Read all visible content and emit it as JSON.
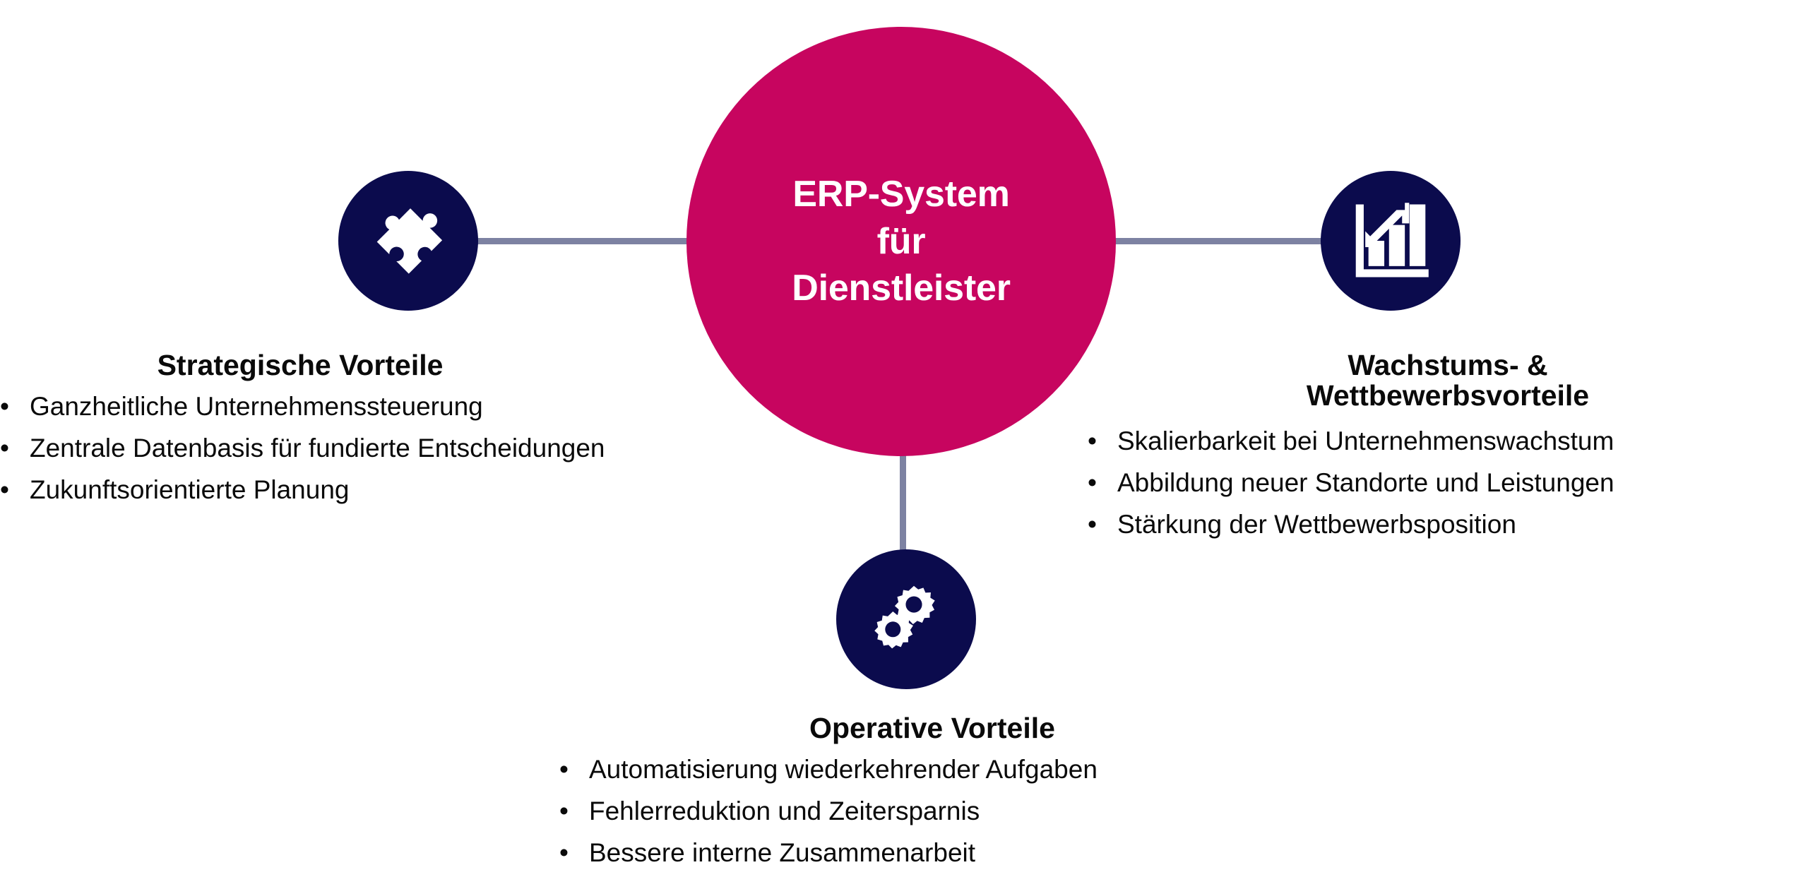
{
  "diagram": {
    "type": "hub-and-spoke",
    "hub": {
      "label": "ERP-System\nfür\nDienstleister",
      "color": "#c7055f",
      "text_color": "#ffffff"
    },
    "connector_color": "#7d82a2",
    "node_color": "#0b0b4d",
    "node_icon_color": "#ffffff",
    "branches": [
      {
        "id": "strategic",
        "position": "left",
        "icon": "puzzle-piece-icon",
        "title": "Strategische Vorteile",
        "bullets": [
          "Ganzheitliche Unternehmenssteuerung",
          "Zentrale Datenbasis für fundierte Entscheidungen",
          "Zukunftsorientierte Planung"
        ]
      },
      {
        "id": "growth",
        "position": "right",
        "icon": "bar-chart-growth-icon",
        "title": "Wachstums- &\nWettbewerbsvorteile",
        "bullets": [
          "Skalierbarkeit bei Unternehmenswachstum",
          "Abbildung neuer Standorte und Leistungen",
          "Stärkung der Wettbewerbsposition"
        ]
      },
      {
        "id": "operative",
        "position": "bottom",
        "icon": "gears-icon",
        "title": "Operative Vorteile",
        "bullets": [
          "Automatisierung wiederkehrender Aufgaben",
          "Fehlerreduktion und Zeitersparnis",
          "Bessere interne Zusammenarbeit"
        ]
      }
    ],
    "bullet_glyph": "•"
  }
}
